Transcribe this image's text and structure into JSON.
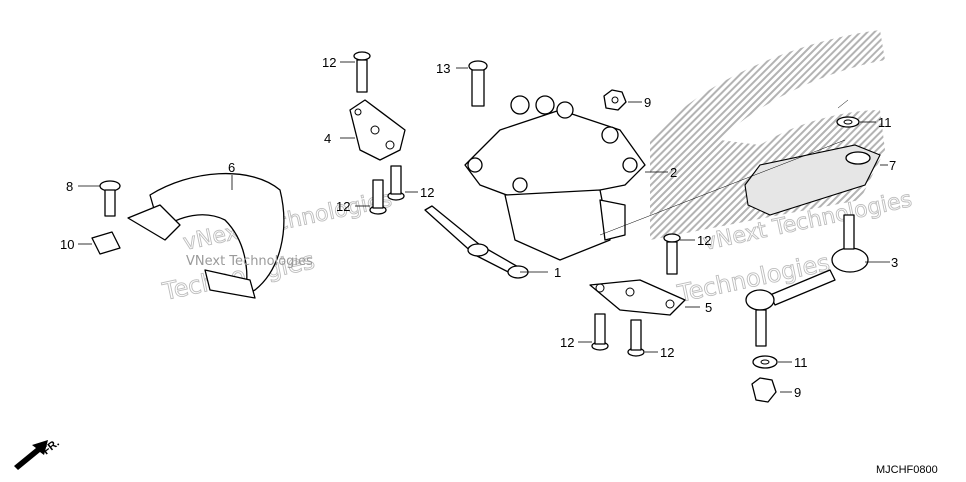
{
  "diagram": {
    "callouts": [
      {
        "id": "c1",
        "label": "1"
      },
      {
        "id": "c2",
        "label": "2"
      },
      {
        "id": "c3",
        "label": "3"
      },
      {
        "id": "c4",
        "label": "4"
      },
      {
        "id": "c5",
        "label": "5"
      },
      {
        "id": "c6",
        "label": "6"
      },
      {
        "id": "c7",
        "label": "7"
      },
      {
        "id": "c8",
        "label": "8"
      },
      {
        "id": "c9a",
        "label": "9"
      },
      {
        "id": "c9b",
        "label": "9"
      },
      {
        "id": "c10",
        "label": "10"
      },
      {
        "id": "c11a",
        "label": "11"
      },
      {
        "id": "c11b",
        "label": "11"
      },
      {
        "id": "c12a",
        "label": "12"
      },
      {
        "id": "c12b",
        "label": "12"
      },
      {
        "id": "c12c",
        "label": "12"
      },
      {
        "id": "c12d",
        "label": "12"
      },
      {
        "id": "c12e",
        "label": "12"
      },
      {
        "id": "c12f",
        "label": "12"
      },
      {
        "id": "c13",
        "label": "13"
      }
    ],
    "front_marker": "FR.",
    "diagram_code": "MJCHF0800",
    "watermarks": [
      {
        "line1": "vNext Technologies"
      },
      {
        "line1": "Technologies"
      },
      {
        "line1": "vNext Technologies"
      },
      {
        "line1": "Technologies"
      }
    ],
    "watermark_small": "VNext Technologies"
  },
  "colors": {
    "line": "#000000",
    "hatch": "#9a9a9a",
    "watermark": "#bdbdbd"
  }
}
